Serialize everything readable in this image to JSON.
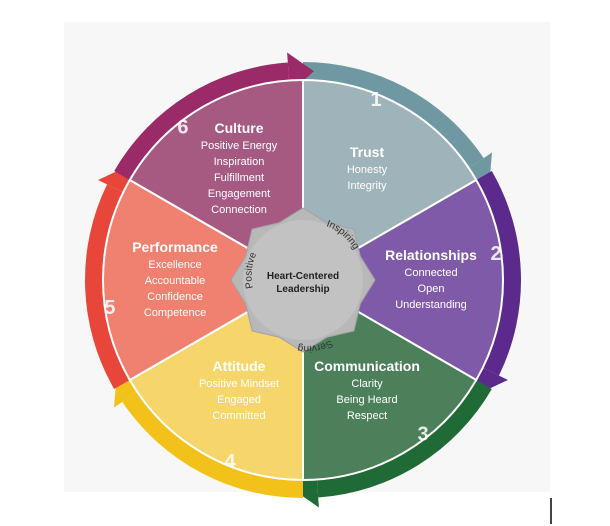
{
  "center": {
    "line1": "Heart-Centered",
    "line2": "Leadership",
    "arc_words": [
      "Positive",
      "Inspiring",
      "Serving"
    ]
  },
  "segments": [
    {
      "number": "1",
      "title": "Trust",
      "items": [
        "Honesty",
        "Integrity"
      ],
      "fill": "#9fb3ba",
      "ring": "#6f98a3"
    },
    {
      "number": "2",
      "title": "Relationships",
      "items": [
        "Connected",
        "Open",
        "Understanding"
      ],
      "fill": "#7f5aa8",
      "ring": "#5b2a8c"
    },
    {
      "number": "3",
      "title": "Communication",
      "items": [
        "Clarity",
        "Being Heard",
        "Respect"
      ],
      "fill": "#4c805a",
      "ring": "#1f6a35"
    },
    {
      "number": "4",
      "title": "Attitude",
      "items": [
        "Positive Mindset",
        "Engaged",
        "Committed"
      ],
      "fill": "#f6d66a",
      "ring": "#f2c21a"
    },
    {
      "number": "5",
      "title": "Performance",
      "items": [
        "Excellence",
        "Accountable",
        "Confidence",
        "Competence"
      ],
      "fill": "#f08070",
      "ring": "#e8463a"
    },
    {
      "number": "6",
      "title": "Culture",
      "items": [
        "Positive Energy",
        "Inspiration",
        "Fulfillment",
        "Engagement",
        "Connection"
      ],
      "fill": "#a65a82",
      "ring": "#9a2a68"
    }
  ]
}
